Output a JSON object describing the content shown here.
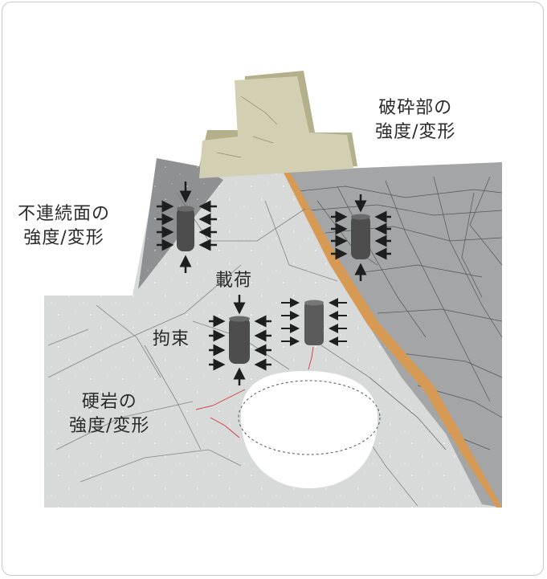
{
  "labels": {
    "fracture_zone": {
      "line1": "破砕部の",
      "line2": "強度/変形"
    },
    "discontinuity": {
      "line1": "不連続面の",
      "line2": "強度/変形"
    },
    "loading": "載荷",
    "confinement": "拘束",
    "hard_rock": {
      "line1": "硬岩の",
      "line2": "強度/変形"
    }
  },
  "colors": {
    "rock": "#d8d9d9",
    "fracture_zone": "#a3a4a5",
    "discontinuity_wedge": "#8d8e8f",
    "dam_body": "#d2cfb2",
    "dam_shadow": "#b4b08c",
    "fault_clay": "#d69a55",
    "specimen": "#4d4d4d",
    "arrow": "#1e1e1e",
    "crack_red": "#d33b3b"
  }
}
